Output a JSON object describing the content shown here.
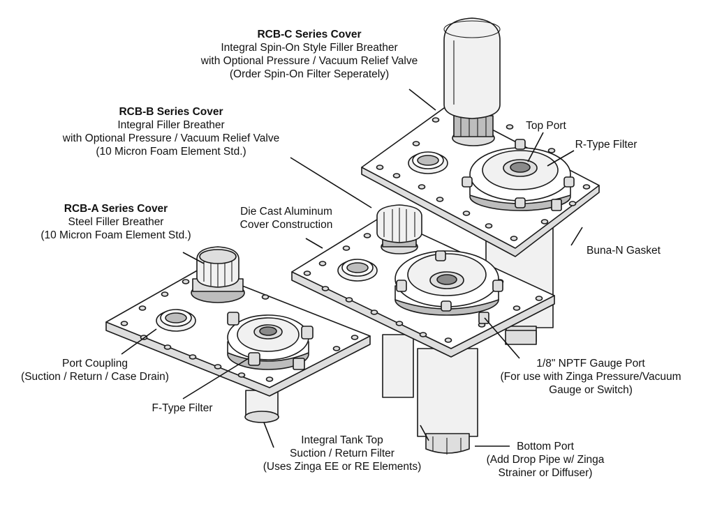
{
  "labels": {
    "rcb_c": {
      "title": "RCB-C Series Cover",
      "lines": [
        "Integral Spin-On Style Filler Breather",
        "with Optional Pressure / Vacuum Relief Valve",
        "(Order Spin-On Filter Seperately)"
      ]
    },
    "rcb_b": {
      "title": "RCB-B Series Cover",
      "lines": [
        "Integral Filler Breather",
        "with Optional Pressure / Vacuum Relief Valve",
        "(10 Micron Foam Element Std.)"
      ]
    },
    "rcb_a": {
      "title": "RCB-A Series Cover",
      "lines": [
        "Steel Filler Breather",
        "(10 Micron Foam Element Std.)"
      ]
    },
    "top_port": {
      "lines": [
        "Top Port"
      ]
    },
    "r_type": {
      "lines": [
        "R-Type Filter"
      ]
    },
    "die_cast": {
      "lines": [
        "Die Cast Aluminum",
        "Cover Construction"
      ]
    },
    "buna": {
      "lines": [
        "Buna-N Gasket"
      ]
    },
    "port_coupling": {
      "lines": [
        "Port Coupling",
        "(Suction / Return / Case Drain)"
      ]
    },
    "gauge_port": {
      "lines": [
        "1/8\" NPTF Gauge Port",
        "(For use with Zinga Pressure/Vacuum",
        "Gauge or Switch)"
      ]
    },
    "f_type": {
      "lines": [
        "F-Type Filter"
      ]
    },
    "tank_top": {
      "lines": [
        "Integral Tank Top",
        "Suction / Return Filter",
        "(Uses Zinga EE or RE Elements)"
      ]
    },
    "bottom_port": {
      "lines": [
        "Bottom Port",
        "(Add Drop Pipe w/ Zinga",
        "Strainer or Diffuser)"
      ]
    }
  }
}
